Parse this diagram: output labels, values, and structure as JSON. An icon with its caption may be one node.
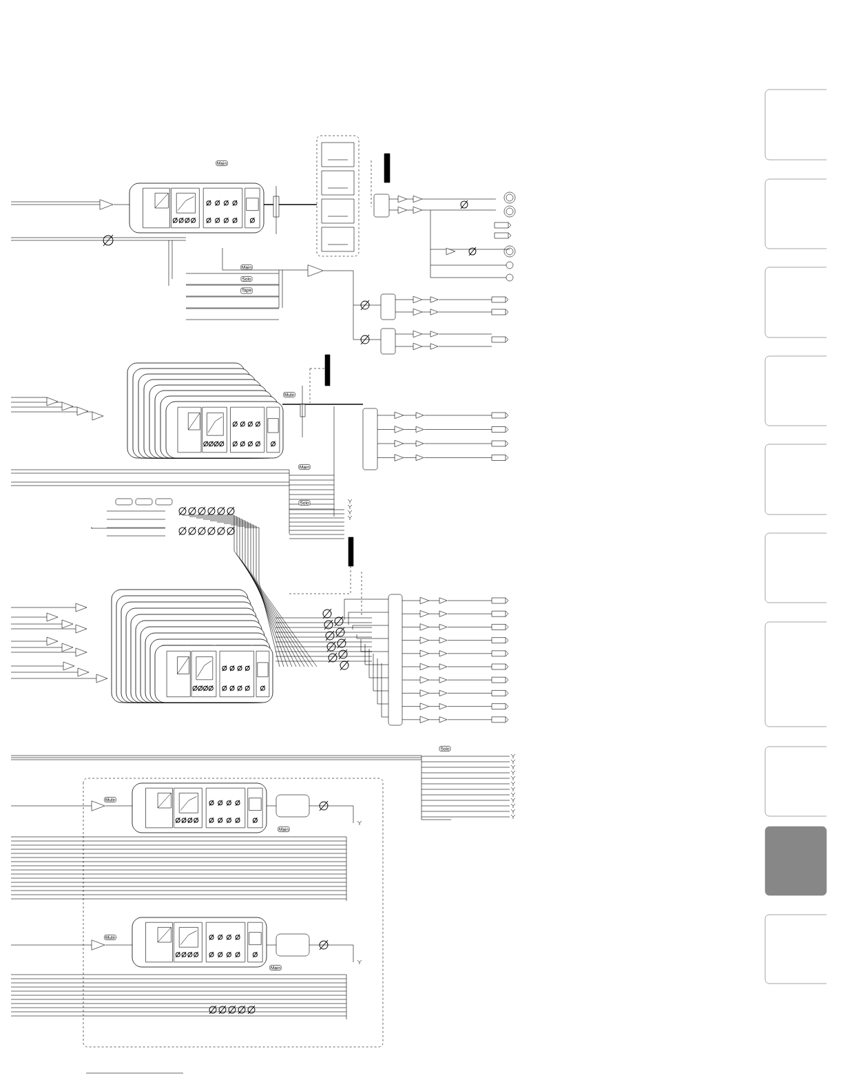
{
  "diagram": {
    "labels": [
      "Main",
      "Main",
      "Solo",
      "Tape",
      "Mute",
      "Main",
      "Solo",
      "Solo",
      "Mute",
      "Main",
      "Mute",
      "Main"
    ]
  }
}
